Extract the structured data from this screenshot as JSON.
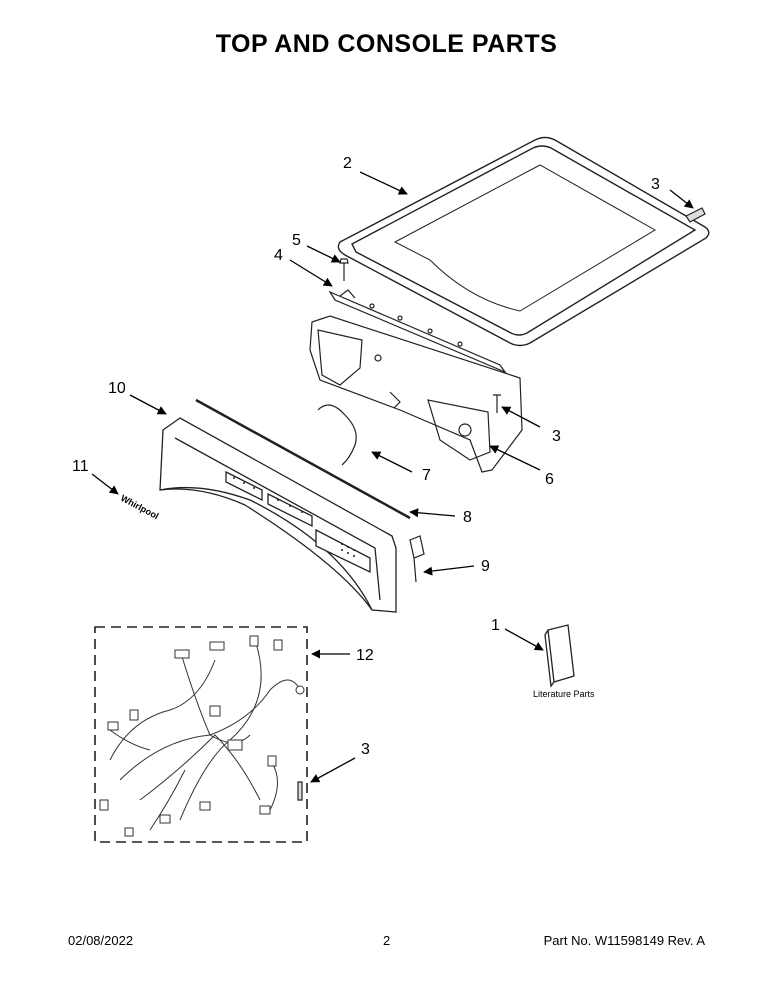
{
  "title": "TOP AND CONSOLE PARTS",
  "callouts": {
    "c1": "1",
    "c2": "2",
    "c3a": "3",
    "c3b": "3",
    "c3c": "3",
    "c4": "4",
    "c5": "5",
    "c6": "6",
    "c7": "7",
    "c8": "8",
    "c9": "9",
    "c10": "10",
    "c11": "11",
    "c12": "12"
  },
  "literature_label": "Literature Parts",
  "logo_text": "Whirlpool",
  "footer": {
    "date": "02/08/2022",
    "page": "2",
    "part_no": "Part No.  W11598149  Rev.  A"
  }
}
